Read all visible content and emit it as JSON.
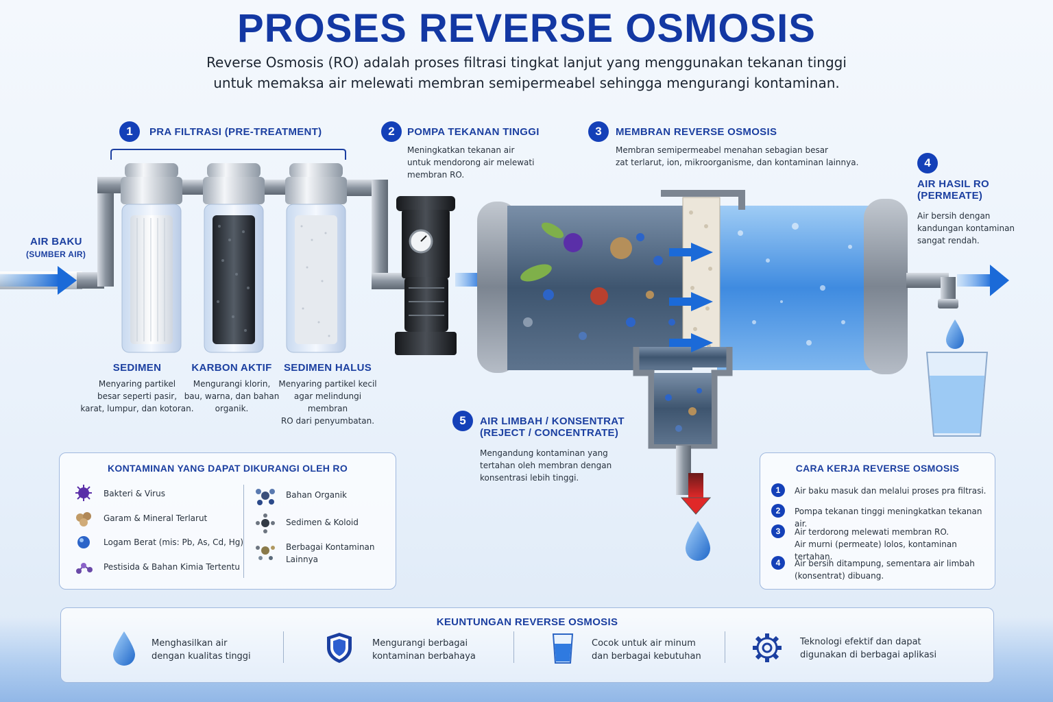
{
  "title": "PROSES REVERSE OSMOSIS",
  "intro": {
    "line1": "Reverse Osmosis (RO) adalah proses filtrasi tingkat lanjut yang menggunakan tekanan tinggi",
    "line2": "untuk memaksa air melewati membran semipermeabel sehingga mengurangi kontaminan."
  },
  "source": {
    "title": "AIR BAKU",
    "subtitle": "(SUMBER AIR)"
  },
  "step1": {
    "num": "1",
    "title": "PRA FILTRASI (PRE-TREATMENT)",
    "filters": [
      {
        "name": "SEDIMEN",
        "desc1": "Menyaring partikel",
        "desc2": "besar seperti pasir,",
        "desc3": "karat, lumpur, dan kotoran."
      },
      {
        "name": "KARBON AKTIF",
        "desc1": "Mengurangi klorin,",
        "desc2": "bau, warna, dan bahan",
        "desc3": "organik."
      },
      {
        "name": "SEDIMEN HALUS",
        "desc1": "Menyaring partikel kecil",
        "desc2": "agar melindungi membran",
        "desc3": "RO dari penyumbatan."
      }
    ]
  },
  "step2": {
    "num": "2",
    "title": "POMPA TEKANAN TINGGI",
    "desc1": "Meningkatkan tekanan air",
    "desc2": "untuk mendorong air melewati",
    "desc3": "membran RO."
  },
  "step3": {
    "num": "3",
    "title": "MEMBRAN REVERSE OSMOSIS",
    "desc1": "Membran semipermeabel menahan sebagian besar",
    "desc2": "zat terlarut, ion, mikroorganisme, dan kontaminan lainnya."
  },
  "step4": {
    "num": "4",
    "title1": "AIR HASIL RO",
    "title2": "(PERMEATE)",
    "desc1": "Air bersih dengan",
    "desc2": "kandungan kontaminan",
    "desc3": "sangat rendah."
  },
  "step5": {
    "num": "5",
    "title1": "AIR LIMBAH / KONSENTRAT",
    "title2": "(REJECT / CONCENTRATE)",
    "desc1": "Mengandung kontaminan yang",
    "desc2": "tertahan oleh membran dengan",
    "desc3": "konsentrasi lebih tinggi."
  },
  "contaminants": {
    "title": "KONTAMINAN YANG DAPAT DIKURANGI OLEH RO",
    "left": [
      {
        "icon": "virus-icon",
        "label": "Bakteri & Virus"
      },
      {
        "icon": "salt-cluster-icon",
        "label": "Garam & Mineral Terlarut"
      },
      {
        "icon": "metal-sphere-icon",
        "label": "Logam Berat (mis: Pb, As, Cd, Hg)"
      },
      {
        "icon": "molecule-icon",
        "label": "Pestisida & Bahan Kimia Tertentu"
      }
    ],
    "right": [
      {
        "icon": "organic-molecule-icon",
        "label": "Bahan Organik"
      },
      {
        "icon": "colloid-icon",
        "label": "Sedimen & Koloid"
      },
      {
        "icon": "mixed-particles-icon",
        "label1": "Berbagai Kontaminan",
        "label2": "Lainnya"
      }
    ]
  },
  "how": {
    "title": "CARA KERJA REVERSE OSMOSIS",
    "steps": [
      {
        "num": "1",
        "line1": "Air baku masuk dan melalui proses pra filtrasi."
      },
      {
        "num": "2",
        "line1": "Pompa tekanan tinggi meningkatkan tekanan air."
      },
      {
        "num": "3",
        "line1": "Air terdorong melewati membran RO.",
        "line2": "Air murni (permeate) lolos, kontaminan tertahan."
      },
      {
        "num": "4",
        "line1": "Air bersih ditampung, sementara air limbah",
        "line2": "(konsentrat) dibuang."
      }
    ]
  },
  "benefits": {
    "title": "KEUNTUNGAN REVERSE OSMOSIS",
    "items": [
      {
        "icon": "water-drop-icon",
        "line1": "Menghasilkan air",
        "line2": "dengan kualitas tinggi"
      },
      {
        "icon": "shield-icon",
        "line1": "Mengurangi berbagai",
        "line2": "kontaminan berbahaya"
      },
      {
        "icon": "water-glass-icon",
        "line1": "Cocok untuk air minum",
        "line2": "dan berbagai kebutuhan"
      },
      {
        "icon": "gear-icon",
        "line1": "Teknologi efektif dan dapat",
        "line2": "digunakan di berbagai aplikasi"
      }
    ]
  },
  "colors": {
    "accent": "#1440b8",
    "title": "#1338a3",
    "water": "#3b86e0",
    "reject": "#d32a2a"
  }
}
